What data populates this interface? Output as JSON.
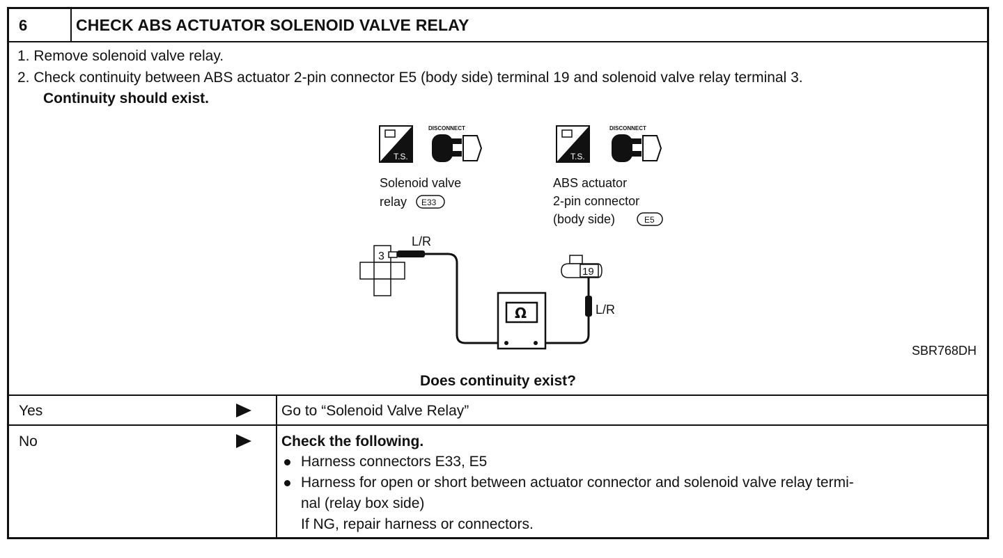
{
  "header": {
    "number": "6",
    "title": "CHECK ABS ACTUATOR SOLENOID VALVE RELAY"
  },
  "steps": {
    "step1": "1.  Remove solenoid valve relay.",
    "step2": "2.  Check continuity between ABS actuator 2-pin connector E5 (body side) terminal 19 and solenoid valve relay terminal 3.",
    "step2_bold": "Continuity should exist."
  },
  "diagram": {
    "icon_ts": "T.S.",
    "icon_disconnect": "DISCONNECT",
    "left_label_line1": "Solenoid  valve",
    "left_label_line2": "relay",
    "left_connector": "E33",
    "right_label_line1": "ABS  actuator",
    "right_label_line2": "2-pin  connector",
    "right_label_line3": "(body  side)",
    "right_connector": "E5",
    "wire_left": "L/R",
    "wire_right": "L/R",
    "terminal_left": "3",
    "terminal_right": "19",
    "meter_symbol": "Ω",
    "figure_code": "SBR768DH"
  },
  "question": "Does continuity exist?",
  "answers": {
    "yes_label": "Yes",
    "yes_result": "Go to “Solenoid Valve Relay”",
    "no_label": "No",
    "no_heading": "Check the following.",
    "no_item1": "Harness connectors E33, E5",
    "no_item2_line1": "Harness for open or short between actuator connector and solenoid valve relay termi-",
    "no_item2_line2": "nal (relay box side)",
    "no_item2_line3": "If NG, repair harness or connectors."
  }
}
